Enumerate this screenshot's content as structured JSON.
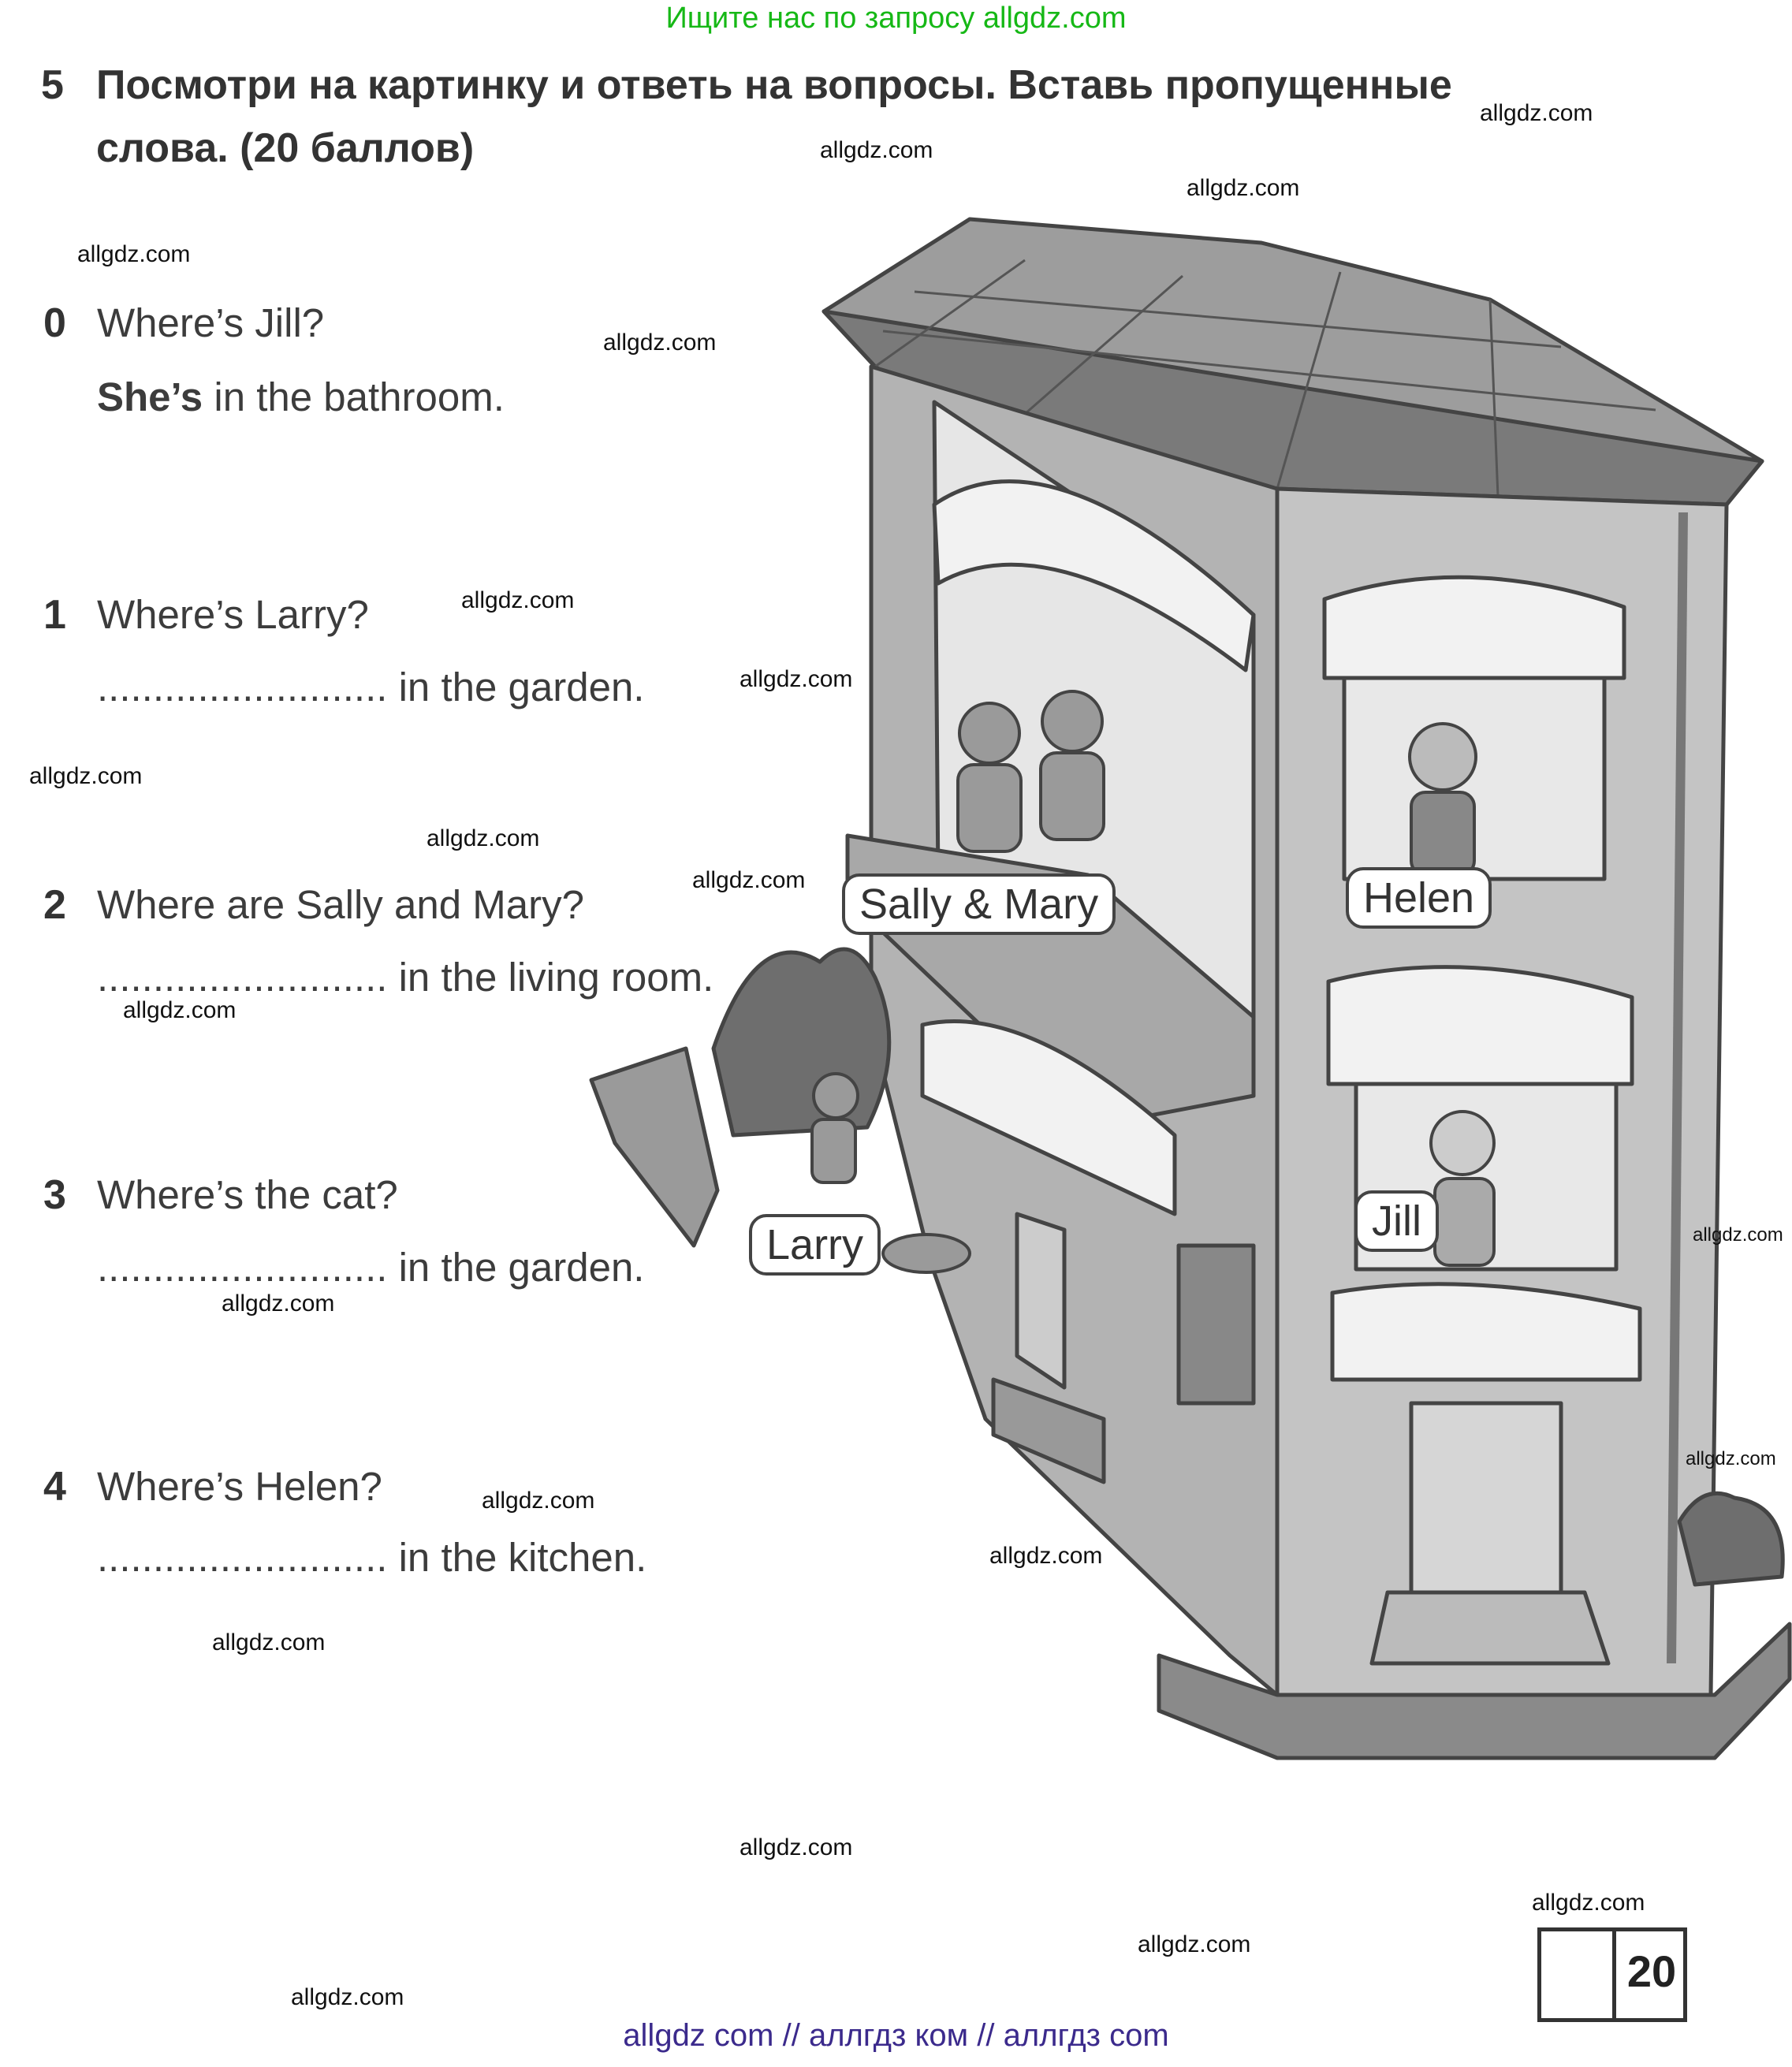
{
  "banner_top": "Ищите нас по запросу allgdz.com",
  "banner_bottom": "allgdz com  //  аллгдз ком  //  аллгдз com",
  "task": {
    "number": "5",
    "title_line1": "Посмотри на картинку и ответь на вопросы. Вставь пропущенные",
    "title_line2": "слова. (20 баллов)"
  },
  "questions": [
    {
      "num": "0",
      "question": "Where’s Jill?",
      "answer_bold": "She’s",
      "answer_rest": " in the bathroom."
    },
    {
      "num": "1",
      "question": "Where’s Larry?",
      "answer_blank": "..........................",
      "answer_rest": " in the garden."
    },
    {
      "num": "2",
      "question": "Where are Sally and Mary?",
      "answer_blank": "..........................",
      "answer_rest": " in the living room."
    },
    {
      "num": "3",
      "question": "Where’s the cat?",
      "answer_blank": "..........................",
      "answer_rest": " in the garden."
    },
    {
      "num": "4",
      "question": "Where’s Helen?",
      "answer_blank": "..........................",
      "answer_rest": " in the kitchen."
    }
  ],
  "picture_labels": {
    "sally_mary": "Sally & Mary",
    "helen": "Helen",
    "jill": "Jill",
    "larry": "Larry"
  },
  "score": "20",
  "watermark": "allgdz.com"
}
